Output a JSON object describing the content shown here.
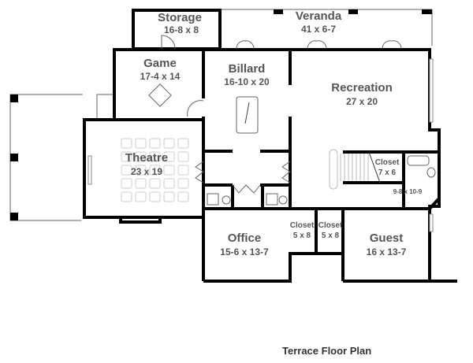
{
  "plan_title": "Terrace Floor Plan",
  "rooms": {
    "storage": {
      "name": "Storage",
      "size": "16-8 x 8"
    },
    "veranda": {
      "name": "Veranda",
      "size": "41 x 6-7"
    },
    "game": {
      "name": "Game",
      "size": "17-4 x 14"
    },
    "billard": {
      "name": "Billard",
      "size": "16-10 x 20"
    },
    "recreation": {
      "name": "Recreation",
      "size": "27 x 20"
    },
    "theatre": {
      "name": "Theatre",
      "size": "23 x 19"
    },
    "closet_stair": {
      "name": "Closet",
      "size": "7 x 6"
    },
    "bath": {
      "size": "9-8 x 10-9"
    },
    "office": {
      "name": "Office",
      "size": "15-6 x 13-7"
    },
    "closet_a": {
      "name": "Closet",
      "size": "5 x 8"
    },
    "closet_b": {
      "name": "Closet",
      "size": "5 x 8"
    },
    "guest": {
      "name": "Guest",
      "size": "16 x 13-7"
    }
  }
}
